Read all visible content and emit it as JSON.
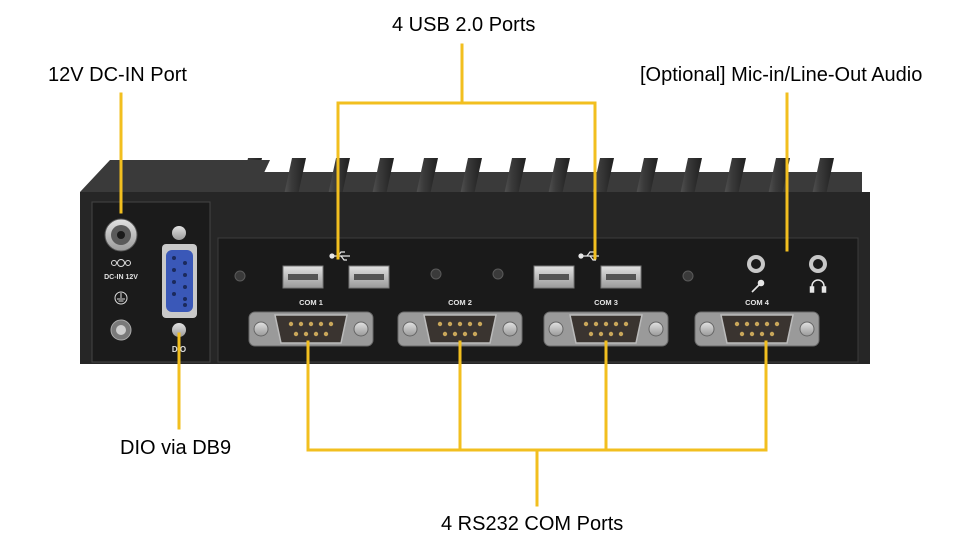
{
  "callouts": {
    "usb_ports": "4 USB 2.0 Ports",
    "dc_in_port": "12V DC-IN Port",
    "audio": "[Optional] Mic-in/Line-Out Audio",
    "dio": "DIO via DB9",
    "com_ports": "4 RS232 COM Ports"
  },
  "panel": {
    "dc_in_label": "DC-IN 12V",
    "dio_label": "DIO",
    "com_labels": [
      "COM 1",
      "COM 2",
      "COM 3",
      "COM 4"
    ]
  },
  "colors": {
    "leader_line": "#f2bf1f",
    "chassis": "#262626",
    "heatsink": "#4a4a4a",
    "port_metal": "#b8b8b8",
    "db9_blue": "#3a58b8"
  },
  "icons": [
    "usb-icon",
    "ground-icon",
    "microphone-icon",
    "headphone-icon",
    "dc-polarity-icon"
  ]
}
